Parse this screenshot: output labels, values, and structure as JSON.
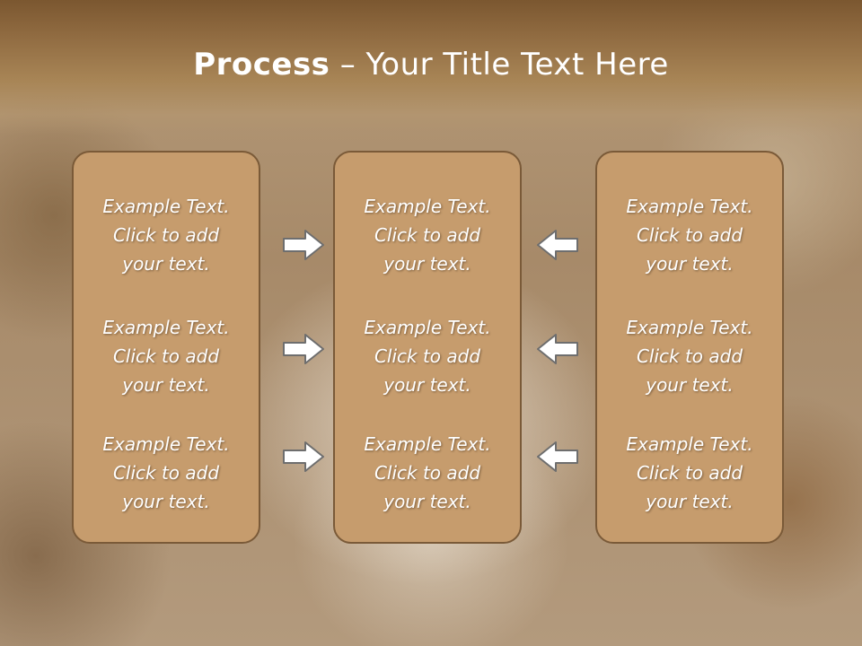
{
  "slide": {
    "title_bold": "Process",
    "title_rest": " – Your Title Text Here"
  },
  "columns": [
    {
      "items": [
        {
          "line1": "Example Text.",
          "line2": "Click  to add",
          "line3": "your text."
        },
        {
          "line1": "Example Text.",
          "line2": "Click  to add",
          "line3": "your text."
        },
        {
          "line1": "Example Text.",
          "line2": "Click  to add",
          "line3": "your text."
        }
      ]
    },
    {
      "items": [
        {
          "line1": "Example Text.",
          "line2": "Click  to add",
          "line3": "your text."
        },
        {
          "line1": "Example Text.",
          "line2": "Click  to add",
          "line3": "your text."
        },
        {
          "line1": "Example Text.",
          "line2": "Click  to add",
          "line3": "your text."
        }
      ]
    },
    {
      "items": [
        {
          "line1": "Example Text.",
          "line2": "Click  to add",
          "line3": "your text."
        },
        {
          "line1": "Example Text.",
          "line2": "Click  to add",
          "line3": "your text."
        },
        {
          "line1": "Example Text.",
          "line2": "Click  to add",
          "line3": "your text."
        }
      ]
    }
  ],
  "arrows": {
    "left_group": [
      "right-arrow-icon",
      "right-arrow-icon",
      "right-arrow-icon"
    ],
    "right_group": [
      "left-arrow-icon",
      "left-arrow-icon",
      "left-arrow-icon"
    ]
  },
  "colors": {
    "panel_fill": "#c69c6d",
    "panel_border": "#7a5a38",
    "title_bar": "#8f6a40",
    "text": "#ffffff"
  }
}
